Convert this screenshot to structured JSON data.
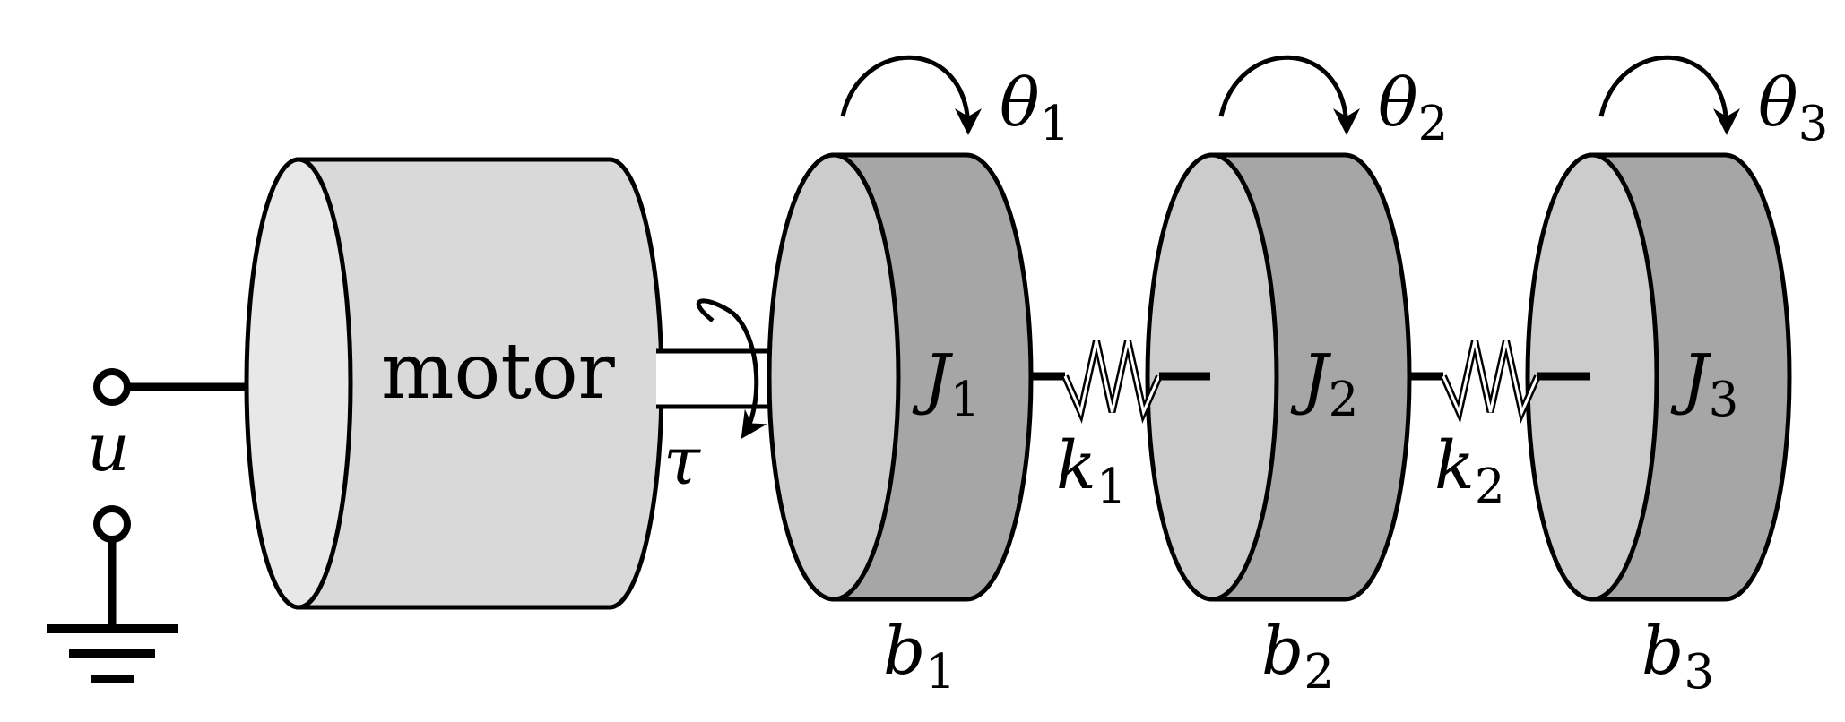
{
  "motor": {
    "label": "motor",
    "colors": {
      "face": "#e8e8e8",
      "body": "#d9d9d9"
    }
  },
  "input": {
    "symbol": "u"
  },
  "torque": {
    "symbol": "τ"
  },
  "shaft": {
    "color": "#ffffff"
  },
  "disks": [
    {
      "inertia": "J",
      "inertia_sub": "1",
      "damping": "b",
      "damping_sub": "1",
      "angle": "θ",
      "angle_sub": "1"
    },
    {
      "inertia": "J",
      "inertia_sub": "2",
      "damping": "b",
      "damping_sub": "2",
      "angle": "θ",
      "angle_sub": "2"
    },
    {
      "inertia": "J",
      "inertia_sub": "3",
      "damping": "b",
      "damping_sub": "3",
      "angle": "θ",
      "angle_sub": "3"
    }
  ],
  "springs": [
    {
      "symbol": "k",
      "sub": "1"
    },
    {
      "symbol": "k",
      "sub": "2"
    }
  ],
  "colors": {
    "disk_face": "#cccccc",
    "disk_rim": "#a6a6a6",
    "stroke": "#000000"
  }
}
